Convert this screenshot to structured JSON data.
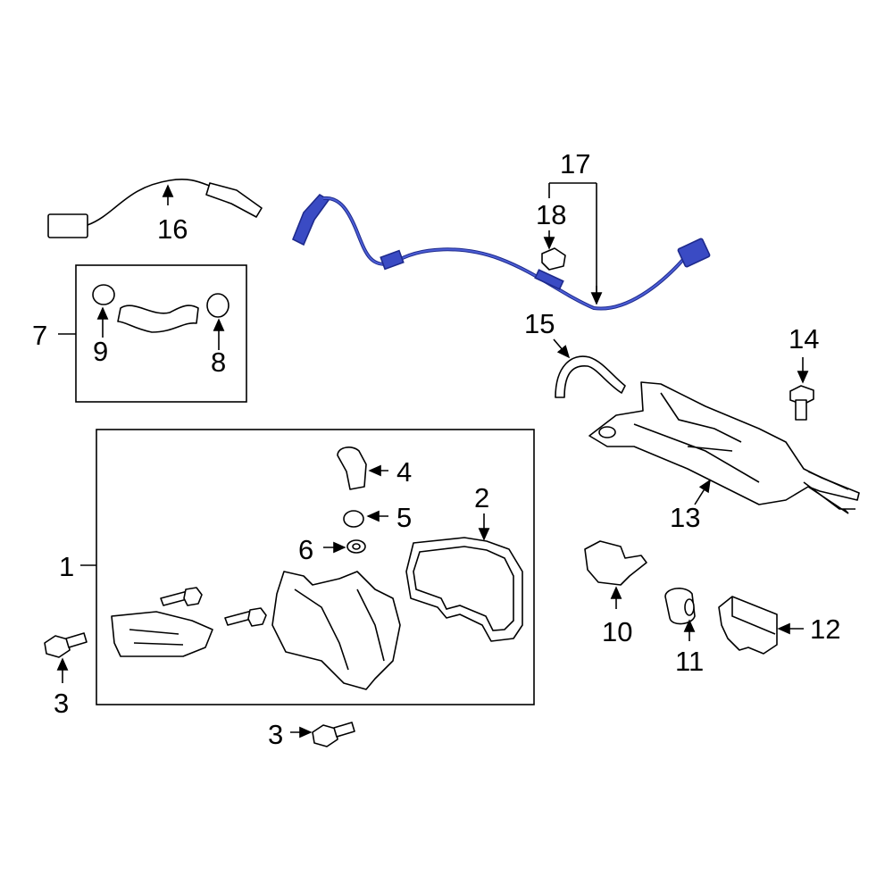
{
  "diagram": {
    "title": "Emission components parts diagram",
    "highlight_color": "#2f3fb0",
    "callouts": {
      "c1": "1",
      "c2": "2",
      "c3a": "3",
      "c3b": "3",
      "c4": "4",
      "c5": "5",
      "c6": "6",
      "c7": "7",
      "c8": "8",
      "c9": "9",
      "c10": "10",
      "c11": "11",
      "c12": "12",
      "c13": "13",
      "c14": "14",
      "c15": "15",
      "c16": "16",
      "c17": "17",
      "c18": "18"
    }
  }
}
